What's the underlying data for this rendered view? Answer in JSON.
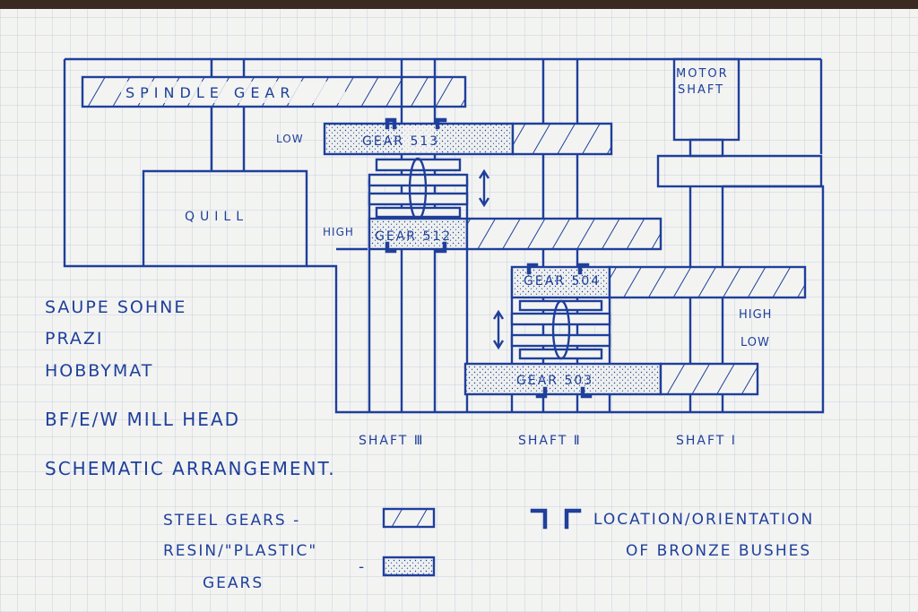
{
  "diagram": {
    "components": {
      "spindle_gear": "SPINDLE GEAR",
      "quill": "QUILL",
      "motor_shaft_line1": "MOTOR",
      "motor_shaft_line2": "SHAFT",
      "gear_513": "GEAR 513",
      "gear_512": "GEAR 512",
      "gear_504": "GEAR 504",
      "gear_503": "GEAR 503"
    },
    "speed_labels": {
      "low_left": "LOW",
      "high_left": "HIGH",
      "high_right": "HIGH",
      "low_right": "LOW"
    },
    "shafts": {
      "shaft_3": "SHAFT Ⅲ",
      "shaft_2": "SHAFT Ⅱ",
      "shaft_1": "SHAFT Ⅰ"
    },
    "notes": {
      "line1": "SAUPE SOHNE",
      "line2": "PRAZI",
      "line3": "HOBBYMAT",
      "line4": "BF/E/W  MILL HEAD",
      "line5": "SCHEMATIC ARRANGEMENT."
    },
    "legend": {
      "steel": "STEEL GEARS  -",
      "resin_line1": "RESIN/\"PLASTIC\"",
      "resin_line2": "GEARS",
      "resin_dash": "-",
      "bush_line1": "LOCATION/ORIENTATION",
      "bush_line2": "OF BRONZE BUSHES"
    },
    "colors": {
      "ink": "#1f3f9a",
      "paper": "#f3f4f2",
      "grid": "#b9c6d8"
    }
  }
}
